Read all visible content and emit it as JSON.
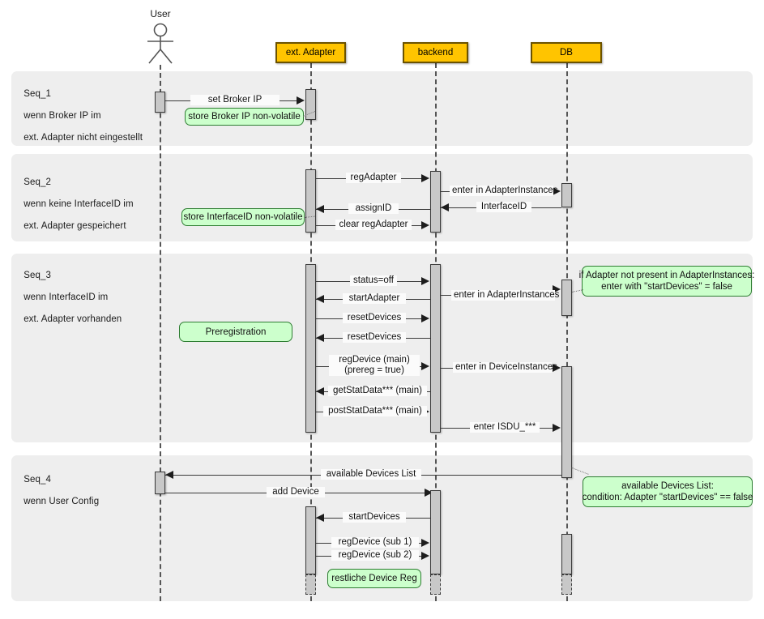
{
  "diagram": {
    "title": "Adapter registration sequence diagram",
    "colors": {
      "participant_header": "#FFC400",
      "band": "#eeeeee",
      "note": "#ccffcc",
      "activation": "#c8c8c8"
    }
  },
  "participants": [
    {
      "id": "user",
      "label": "User",
      "type": "actor"
    },
    {
      "id": "adapter",
      "label": "ext. Adapter",
      "type": "box"
    },
    {
      "id": "backend",
      "label": "backend",
      "type": "box"
    },
    {
      "id": "db",
      "label": "DB",
      "type": "box"
    }
  ],
  "fragments": [
    {
      "id": "seq1",
      "name": "Seq_1",
      "condition_line1": "wenn Broker IP im",
      "condition_line2": "ext. Adapter nicht eingestellt"
    },
    {
      "id": "seq2",
      "name": "Seq_2",
      "condition_line1": "wenn keine InterfaceID im",
      "condition_line2": "ext. Adapter gespeichert"
    },
    {
      "id": "seq3",
      "name": "Seq_3",
      "condition_line1": "wenn InterfaceID im",
      "condition_line2": "ext. Adapter vorhanden"
    },
    {
      "id": "seq4",
      "name": "Seq_4",
      "condition_line1": "wenn User Config",
      "condition_line2": ""
    }
  ],
  "messages": [
    {
      "id": "m01",
      "text": "set Broker IP"
    },
    {
      "id": "m02",
      "text": "regAdapter"
    },
    {
      "id": "m03",
      "text": "enter in AdapterInstances"
    },
    {
      "id": "m04",
      "text": "InterfaceID"
    },
    {
      "id": "m05",
      "text": "assignID"
    },
    {
      "id": "m06",
      "text": "clear regAdapter"
    },
    {
      "id": "m07",
      "text": "status=off"
    },
    {
      "id": "m08",
      "text": "enter in AdapterInstances"
    },
    {
      "id": "m09",
      "text": "startAdapter"
    },
    {
      "id": "m10",
      "text": "resetDevices"
    },
    {
      "id": "m11",
      "text": "resetDevices"
    },
    {
      "id": "m12",
      "text": "regDevice (main)\n(prereg = true)"
    },
    {
      "id": "m13",
      "text": "enter in DeviceInstances"
    },
    {
      "id": "m14",
      "text": "getStatData*** (main)"
    },
    {
      "id": "m15",
      "text": "postStatData*** (main)"
    },
    {
      "id": "m16",
      "text": "enter ISDU_***"
    },
    {
      "id": "m17",
      "text": "available Devices List"
    },
    {
      "id": "m18",
      "text": "add Device"
    },
    {
      "id": "m19",
      "text": "startDevices"
    },
    {
      "id": "m20",
      "text": "regDevice (sub 1)"
    },
    {
      "id": "m21",
      "text": "regDevice (sub 2)"
    }
  ],
  "notes": [
    {
      "id": "n1",
      "text": "store Broker IP non-volatile"
    },
    {
      "id": "n2",
      "text": "store InterfaceID non-volatile"
    },
    {
      "id": "n3",
      "text": "Preregistration"
    },
    {
      "id": "n4",
      "text": "if Adapter not present in AdapterInstances:\nenter with \"startDevices\" = false"
    },
    {
      "id": "n5",
      "text": "available Devices List:\ncondition: Adapter \"startDevices\" == false"
    },
    {
      "id": "n6",
      "text": "restliche Device Reg"
    }
  ]
}
